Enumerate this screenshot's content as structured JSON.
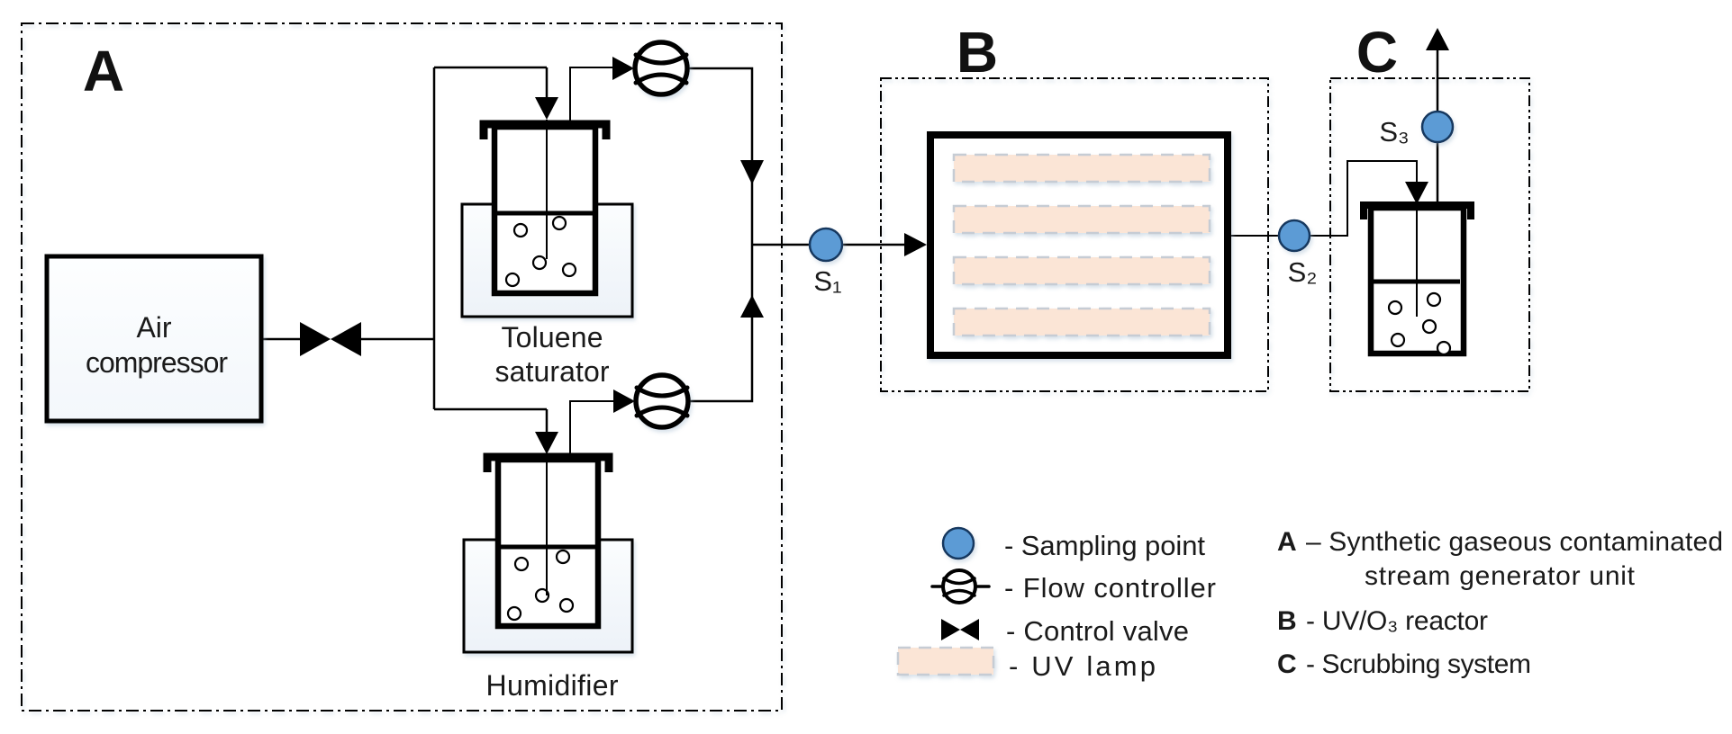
{
  "sections": {
    "a": {
      "letter": "A"
    },
    "b": {
      "letter": "B"
    },
    "c": {
      "letter": "C"
    }
  },
  "labels": {
    "air_1": "Air",
    "air_2": "compressor",
    "toluene_1": "Toluene",
    "toluene_2": "saturator",
    "humidifier": "Humidifier"
  },
  "sampling_points": {
    "s1": "S₁",
    "s2": "S₂",
    "s3": "S₃"
  },
  "legend": {
    "sampling_point": "- Sampling point",
    "flow_controller": "- Flow controller",
    "control_valve": "- Control valve",
    "uv_lamp": "- UV lamp"
  },
  "key": {
    "a_letter": "A",
    "a_text": "– Synthetic gaseous contaminated",
    "a_text2": "stream generator unit",
    "b_letter": "B",
    "b_text": "- UV/O₃ reactor",
    "c_letter": "C",
    "c_text": "- Scrubbing system"
  },
  "colors": {
    "sampling_point": "#5b9bd5",
    "uv_lamp": "#fbe5d6",
    "line": "#000000"
  }
}
